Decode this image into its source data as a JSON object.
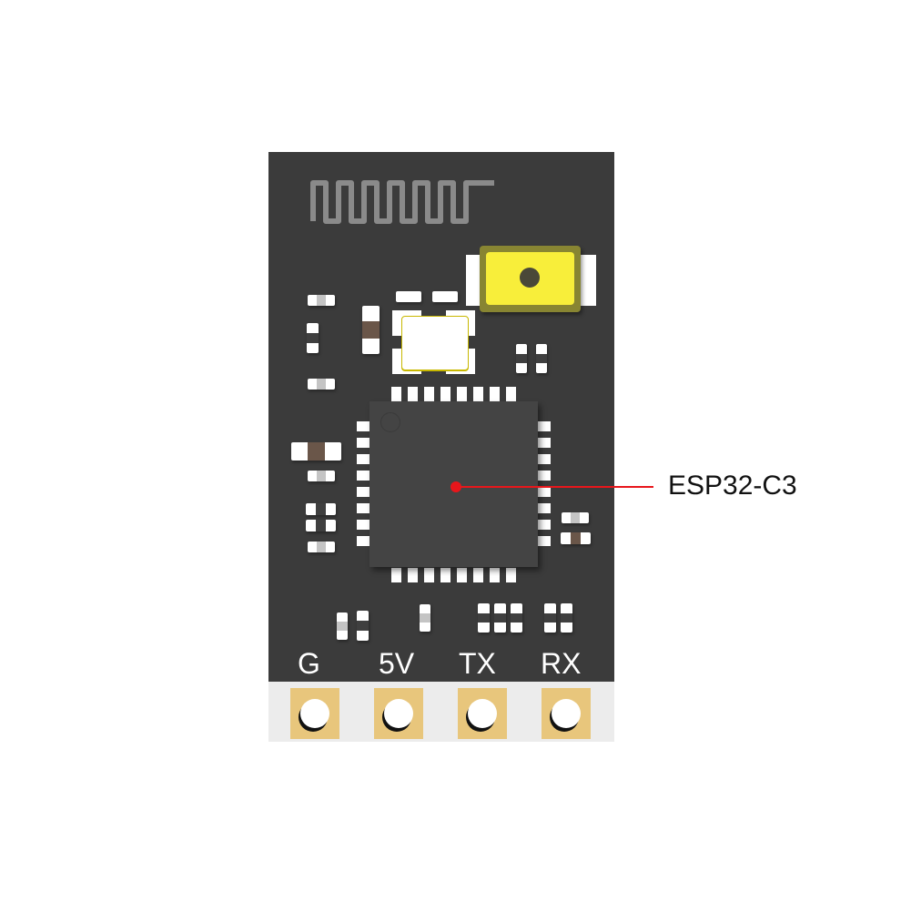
{
  "diagram": {
    "type": "pcb-module-illustration",
    "board_color": "#3b3b3b",
    "edge_strip_color": "#ececec",
    "accent_color": "#e8161b"
  },
  "callout": {
    "label": "ESP32-C3",
    "target": "main-chip",
    "line_color": "#e8161b"
  },
  "pins": [
    {
      "label": "G"
    },
    {
      "label": "5V"
    },
    {
      "label": "TX"
    },
    {
      "label": "RX"
    }
  ],
  "components": {
    "antenna": "pcb-trace-antenna",
    "button": "tactile-push-button",
    "crystal": "crystal-oscillator",
    "chip": "qfn-32-ic"
  }
}
